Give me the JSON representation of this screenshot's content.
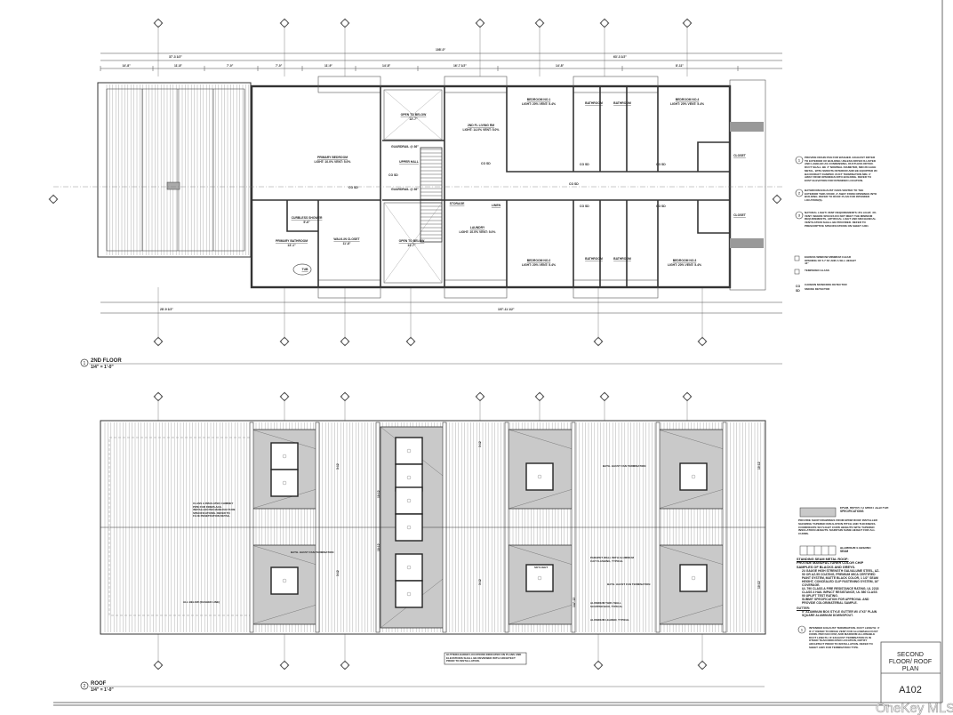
{
  "sheet": {
    "title": "SECOND FLOOR/ ROOF PLAN",
    "title_lines": [
      "SECOND",
      "FLOOR/ ROOF",
      "PLAN"
    ],
    "number": "A102",
    "watermark": "OneKey MLS"
  },
  "floor_plan": {
    "view_number": "1",
    "title": "2ND FLOOR",
    "scale": "1/4\" = 1'-0\"",
    "overall_dim": "108'-0\"",
    "dims_row2": [
      "37'-3 1/2\"",
      "63'-3 1/2\""
    ],
    "dims_row3": [
      "14'-8\"",
      "11'-8\"",
      "7'-0\"",
      "7'-0\"",
      "11'-9\"",
      "14'-8\"",
      "16'-7 1/2\"",
      "14'-8\"",
      "8'-11\""
    ],
    "dims_bottom": [
      "28'-9 1/2\"",
      "107'-11 1/2\""
    ],
    "rooms": [
      {
        "name": "PRIMARY BEDROOM",
        "info": "LIGHT: 10.0% VENT: 5.0%"
      },
      {
        "name": "CURBLESS SHOWER",
        "info": "5'-6\""
      },
      {
        "name": "PRIMARY BATHROOM",
        "info": "13'-1\""
      },
      {
        "name": "TUB",
        "info": ""
      },
      {
        "name": "WALK-IN CLOSET",
        "info": "11'-8\""
      },
      {
        "name": "OPEN TO BELOW",
        "info": "13'-7\""
      },
      {
        "name": "UPPER HALL",
        "info": ""
      },
      {
        "name": "OPEN TO BELOW",
        "info": "13'-7\""
      },
      {
        "name": "2ND FL LIVING RM",
        "info": "LIGHT: 14.0% VENT: 5.0%"
      },
      {
        "name": "STORAGE",
        "info": ""
      },
      {
        "name": "LINEN",
        "info": ""
      },
      {
        "name": "LAUNDRY",
        "info": "LIGHT: 10.0% VENT: 5.0%"
      },
      {
        "name": "BEDROOM NO.1",
        "info": "LIGHT: 20% VENT: 5.4%"
      },
      {
        "name": "BEDROOM NO.4",
        "info": "LIGHT: 20% VENT: 5.4%"
      },
      {
        "name": "BEDROOM NO.2",
        "info": "LIGHT: 20% VENT: 5.4%"
      },
      {
        "name": "BEDROOM NO.3",
        "info": "LIGHT: 20% VENT: 5.4%"
      },
      {
        "name": "BATHROOM",
        "info": ""
      },
      {
        "name": "BATHROOM",
        "info": ""
      },
      {
        "name": "BATHROOM",
        "info": ""
      },
      {
        "name": "BATHROOM",
        "info": ""
      },
      {
        "name": "CLOSET",
        "info": ""
      },
      {
        "name": "CLOSET",
        "info": ""
      }
    ],
    "guardrail": "GUARDRAIL @ 36\"",
    "detectors": "CO SD"
  },
  "roof_plan": {
    "view_number": "2",
    "title": "ROOF",
    "scale": "1/4\" = 1'-0\"",
    "callouts": [
      "CLASS A INSULATED CHIMNEY PIPE FOR FIREPLACE. INSTALLED PER MANUFACTURE SPECIFICATIONS. REFER TO FLUE PENETRATION DETAIL, SHEET A110",
      "ALL BELOW (DASHED LINE)",
      "BATH. HAUST FAN TERMINATION",
      "BATH. HAUST FAN TERMINATION",
      "BATH. HAUST FAN TERMINATION",
      "SKYLIGHT",
      "PARAPET WALL WITH ALUMINUM CAP FLASHING, TYPICAL",
      "ALUMINUM THRU WALL SCUPPER BOX, TYPICAL",
      "ALUMINUM LEADER, TYPICAL"
    ],
    "slopes": [
      "3:12",
      "10:12",
      "1/4\":12"
    ],
    "gutter_note": "GUTTER/LEADER LOCATIONS INDICATED ON PLANS AND ELEVATIONS SHALL BE REVIEWED WITH ARCHITECT PRIOR TO INSTALLATION."
  },
  "notes_floor": [
    {
      "num": "1",
      "text": "PROVIDE DRAIN PAN FOR WASHER. EXHAUST DRYER TO EXTERIOR OF BUILDING UNLESS DRYER IS LISTED AND LABELED AS CONDENSING, DUCTLESS DRYER. DUCT SHALL BE 4\" NOMINAL DIAMETER, MIN 28 GAGE METAL, WITH SMOOTH INTERIOR AND BE EQUIPPED W/ BACKDRAFT DAMPER. DUCT TERMINATION MIN. 3' AWAY FROM OPENINGS INTO BUILDING. REFER TO EXST ELEVATION FOR INTENDED LOCATION."
    },
    {
      "num": "2",
      "text": "BATHROOM EXHAUST FANS VENTED TO THE EXTERIOR THRU ROOF, 3' AWAY FROM OPENINGS INTO BUILDING. REFER TO ROOF PLAN FOR INTENDED LOCATION(S)."
    },
    {
      "num": "3",
      "text": "NATURAL LIGHT/ VENT REQUIREMENTS: 8% LIGHT, 4% VENT. WHERE SPACES DO NOT MEET THE MINIMUM REQUIREMENTS, ARTIFICIAL LIGHT AND MECHANICAL VENTILATION SHALL BE PROVIDED. REFER TO PRESCRIPTIVE SPECIFICATIONS ON SHEET A001"
    }
  ],
  "legend_floor": [
    {
      "symbol": "E",
      "text": "EGRESS WINDOW MINIMUM CLEAR OPENING OF 5.7 SF AND A SILL HEIGHT 44\""
    },
    {
      "symbol": "T",
      "text": "TEMPERED GLASS"
    },
    {
      "symbol": "CO",
      "text": "CARBON MONOXIDE DETECTOR"
    },
    {
      "symbol": "SD",
      "text": "SMOKE DETECTOR"
    }
  ],
  "legend_roof": {
    "epdm": "EPDM. REFER TO SHEET A110 FOR SPECIFICATIONS",
    "epdm_note": "PROVIDE SHOP DRAWINGS FROM EPDM ROOF INSTALLER SHOWING TAPERED INSULATION PITCH AND THICKNESS. COORDINATE SKYLIGHT CURB HEIGHTS WITH TAPERED INSULATION HEIGHTS. MAINTAIN SAME HEIGHT FOR ALL CURBS.",
    "seam": "ALUMINUM STANDING SEAM",
    "seam_title": "STANDING SEAM METAL ROOF:",
    "seam_intro": "PROVIDE MANUFACTURER COLOR CHIP SAMPLES OF BLACKS AND GREYS.",
    "seam_items": [
      "24 GAUGE HIGH STRENGTH GALVALUME STEEL, AZ-50 OR AZ-55 COATING, PREMIUM MICA CERTIFIED PAINT SYSTEM, MATTE BLACK COLOR, 1 1/2\" SEAM HEIGHT, CONCEALED CLIP FASTENING SYSTEM, 16\" COVERAGE.",
      "UL 790 CLASS A FIRE RESISTANCE RATING, UL 2218 CLASS 4 HAIL IMPACT RESISTANCE, UL 580 CLASS 90 UPLIFT TEST RATING.",
      "SUBMIT SPECIFICATION FOR APPROVAL AND PROVIDE COLOR/MATERIAL SAMPLE."
    ],
    "gutter_title": "GUTTER:",
    "gutter_text": "5\" ALUMINUM BOX STYLE GUTTER W/ 4\"X3\" PLAIN SQUARE ALUMINUM DOWNSPOUT.",
    "exhaust_num": "1",
    "exhaust_text": "INTENDED EXHAUST TERMINATION. DUCT LENGTH: 3' IF 4\" REFER TO RIDGE VENT FOR ALLOWABLE DUCT CONN. PER FAN CFM, AND MAXIMUM ALLOWABLE DUCT LENGTH. IF EXHAUST TERMINATION IS IN OTHER THAN INDICATED LOCATION, NOTIFY ARCHITECT PRIOR TO INSTALLATION. REFER TO SHEET A305 FOR TERMINATION TYPE."
  },
  "colors": {
    "line": "#333333",
    "epdm_fill": "#c9c9c9",
    "background": "#ffffff"
  }
}
